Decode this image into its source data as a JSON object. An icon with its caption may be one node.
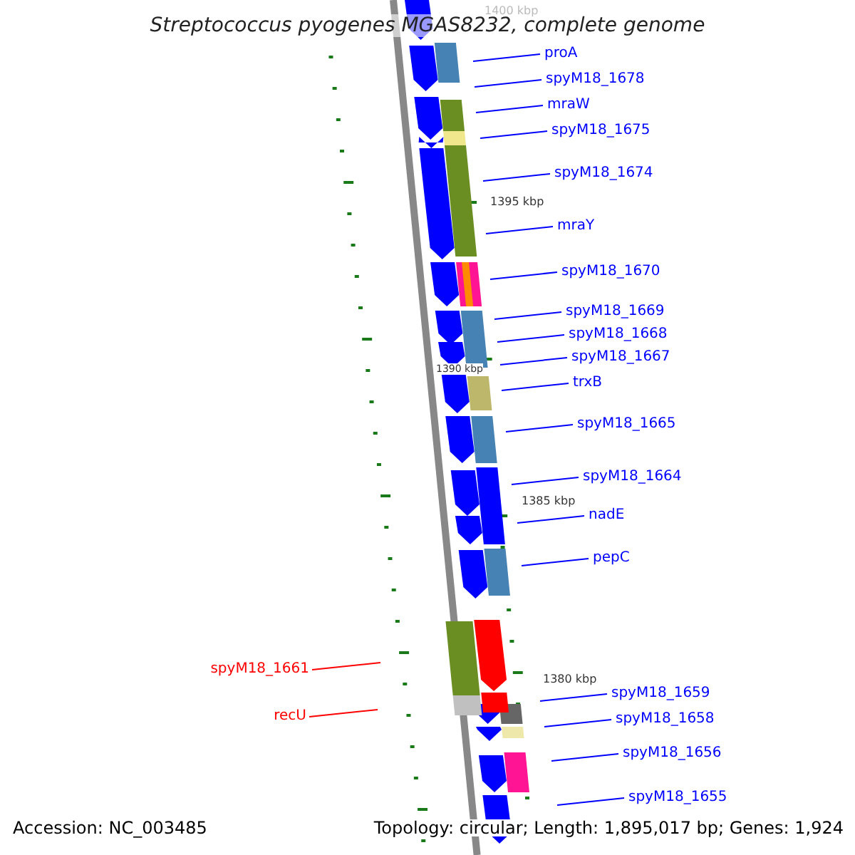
{
  "diagram": {
    "title": "Streptococcus pyogenes MGAS8232, complete genome",
    "nodes": [
      {
        "text": [
          "proA"
        ]
      },
      {
        "text": [
          "spyM18_1678"
        ]
      },
      {
        "text": [
          "mraW"
        ]
      },
      {
        "text": [
          "spyM18_1675"
        ]
      },
      {
        "text": [
          "spyM18_1674"
        ]
      },
      {
        "text": [
          "mraY"
        ]
      },
      {
        "text": [
          "spyM18_1670"
        ]
      },
      {
        "text": [
          "spyM18_1669"
        ]
      },
      {
        "text": [
          "spyM18_1668"
        ]
      },
      {
        "text": [
          "spyM18_1667"
        ]
      },
      {
        "text": [
          "trxB"
        ]
      },
      {
        "text": [
          "spyM18_1665"
        ]
      },
      {
        "text": [
          "spyM18_1664"
        ]
      },
      {
        "text": [
          "nadE"
        ]
      },
      {
        "text": [
          "pepC"
        ]
      },
      {
        "text": [
          "spyM18_1661"
        ]
      },
      {
        "text": [
          "recU"
        ]
      },
      {
        "text": [
          "spyM18_1659"
        ]
      },
      {
        "text": [
          "spyM18_1658"
        ]
      },
      {
        "text": [
          "spyM18_1656"
        ]
      },
      {
        "text": [
          "spyM18_1655"
        ]
      }
    ],
    "edges": [
      {
        "from": 0,
        "to": null,
        "arrow": "none"
      },
      {
        "from": 1,
        "to": null,
        "arrow": "none"
      },
      {
        "from": 2,
        "to": null,
        "arrow": "none"
      },
      {
        "from": 3,
        "to": null,
        "arrow": "none"
      },
      {
        "from": 4,
        "to": null,
        "arrow": "none"
      },
      {
        "from": 5,
        "to": null,
        "arrow": "none"
      },
      {
        "from": 6,
        "to": null,
        "arrow": "none"
      },
      {
        "from": 7,
        "to": null,
        "arrow": "none"
      },
      {
        "from": 8,
        "to": null,
        "arrow": "none"
      },
      {
        "from": 9,
        "to": null,
        "arrow": "none"
      },
      {
        "from": 10,
        "to": null,
        "arrow": "none"
      },
      {
        "from": 11,
        "to": null,
        "arrow": "none"
      },
      {
        "from": 12,
        "to": null,
        "arrow": "none"
      },
      {
        "from": 13,
        "to": null,
        "arrow": "none"
      },
      {
        "from": 14,
        "to": null,
        "arrow": "none"
      },
      {
        "from": 15,
        "to": null,
        "arrow": "none",
        "color": "#ff0000"
      },
      {
        "from": 16,
        "to": null,
        "arrow": "none",
        "color": "#ff0000"
      },
      {
        "from": 17,
        "to": null,
        "arrow": "none"
      },
      {
        "from": 18,
        "to": null,
        "arrow": "none"
      },
      {
        "from": 19,
        "to": null,
        "arrow": "none"
      },
      {
        "from": 20,
        "to": null,
        "arrow": "none"
      }
    ],
    "labels": [
      "1400 kbp",
      "1395 kbp",
      "1390 kbp",
      "1385 kbp",
      "1380 kbp",
      "Accession: NC_003485",
      "Topology: circular; Length: 1,895,017 bp; Genes: 1,924"
    ]
  }
}
